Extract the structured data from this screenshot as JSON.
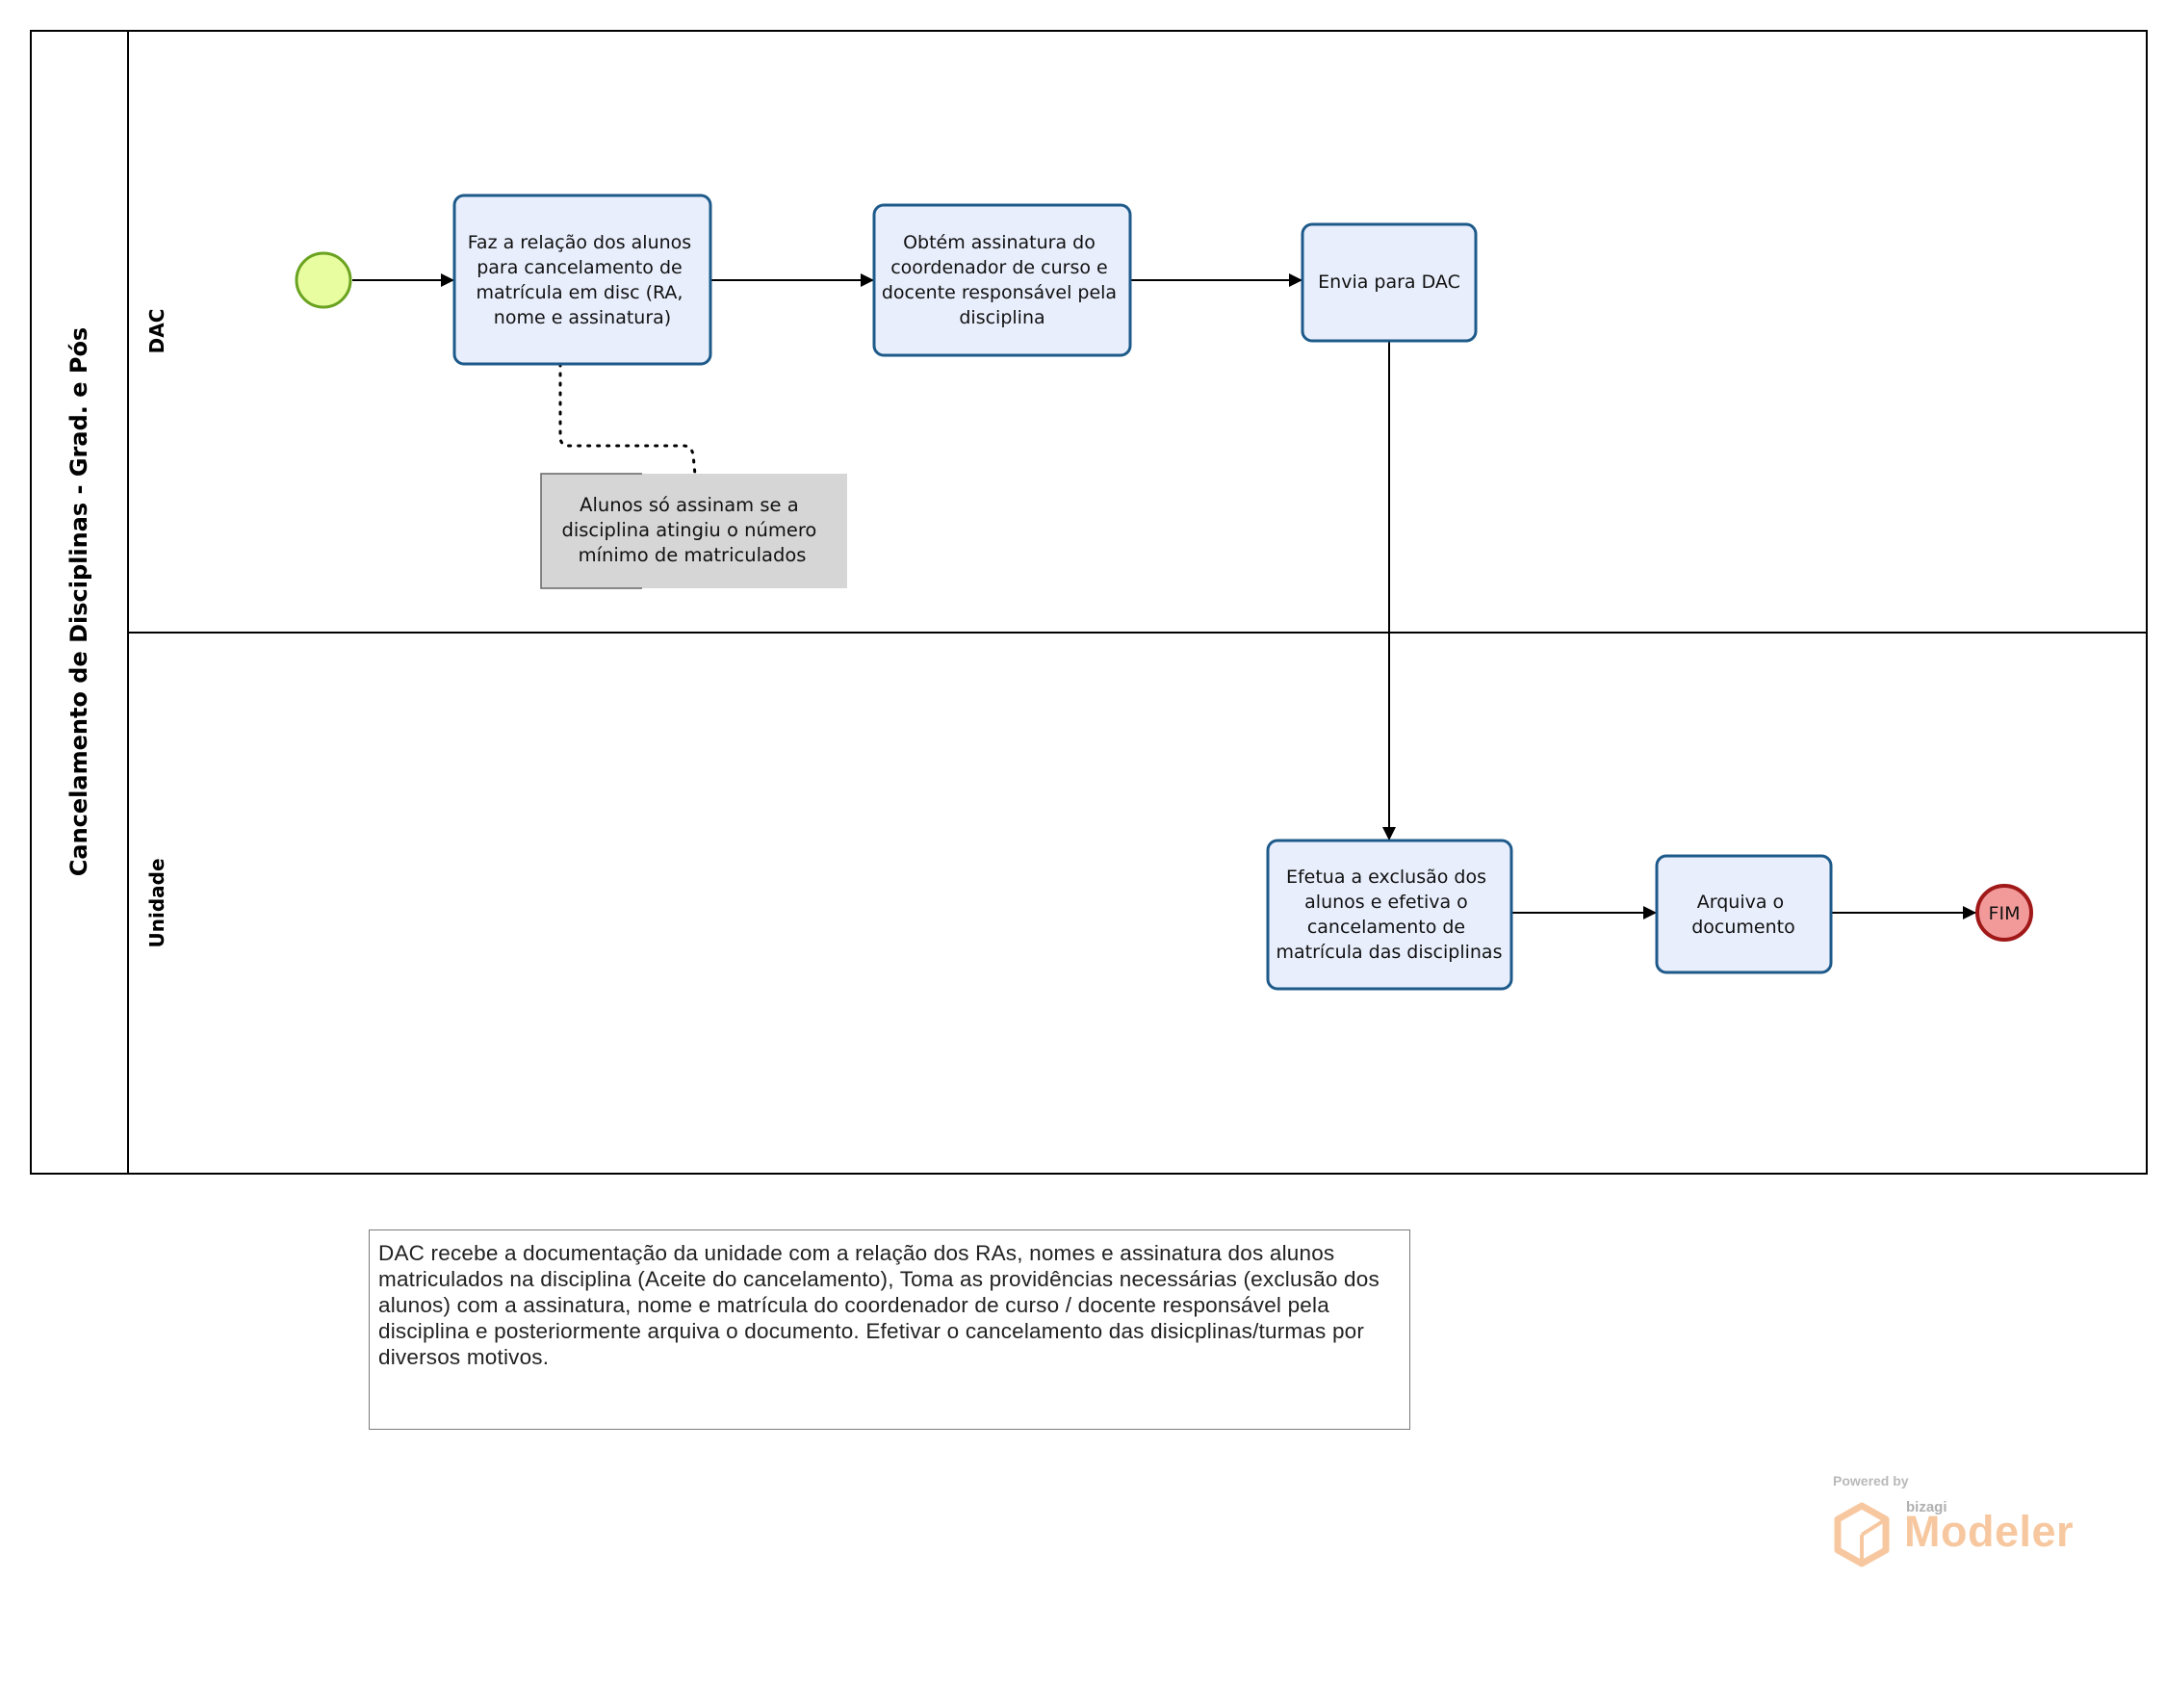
{
  "pool": {
    "title": "Cancelamento de Disciplinas - Grad. e Pós"
  },
  "lanes": [
    {
      "label": "DAC"
    },
    {
      "label": "Unidade"
    }
  ],
  "tasks": {
    "faz_relacao": [
      "Faz a relação dos alunos",
      "para cancelamento de",
      "matrícula em disc (RA,",
      "nome e assinatura)"
    ],
    "obtem_assinatura": [
      "Obtém assinatura do",
      "coordenador de curso e",
      "docente responsável pela",
      "disciplina"
    ],
    "envia_dac": [
      "Envia para DAC"
    ],
    "efetua_exclusao": [
      "Efetua a exclusão dos",
      "alunos e efetiva o",
      "cancelamento de",
      "matrícula das disciplinas"
    ],
    "arquiva": [
      "Arquiva o",
      "documento"
    ]
  },
  "end_event": {
    "label": "FIM"
  },
  "annotation": [
    "Alunos só assinam se a",
    "disciplina atingiu o número",
    "mínimo de matriculados"
  ],
  "description": "DAC recebe a documentação da unidade com a relação dos RAs, nomes e assinatura dos alunos matriculados na disciplina (Aceite do cancelamento), Toma as providências necessárias (exclusão dos alunos) com a assinatura, nome e matrícula do coordenador de curso / docente responsável pela disciplina e posteriormente arquiva o documento. Efetivar o cancelamento das disicplinas/turmas por diversos motivos.",
  "watermark": {
    "powered_by": "Powered by",
    "brand": "bizagi",
    "product": "Modeler"
  },
  "colors": {
    "task_fill": "#e8eefc",
    "task_stroke": "#1d5a8a",
    "start_fill": "#e8fca0",
    "start_stroke": "#6aa320",
    "end_fill": "#f29a9a",
    "end_stroke": "#a01818",
    "annotation_fill": "#d6d6d6"
  }
}
